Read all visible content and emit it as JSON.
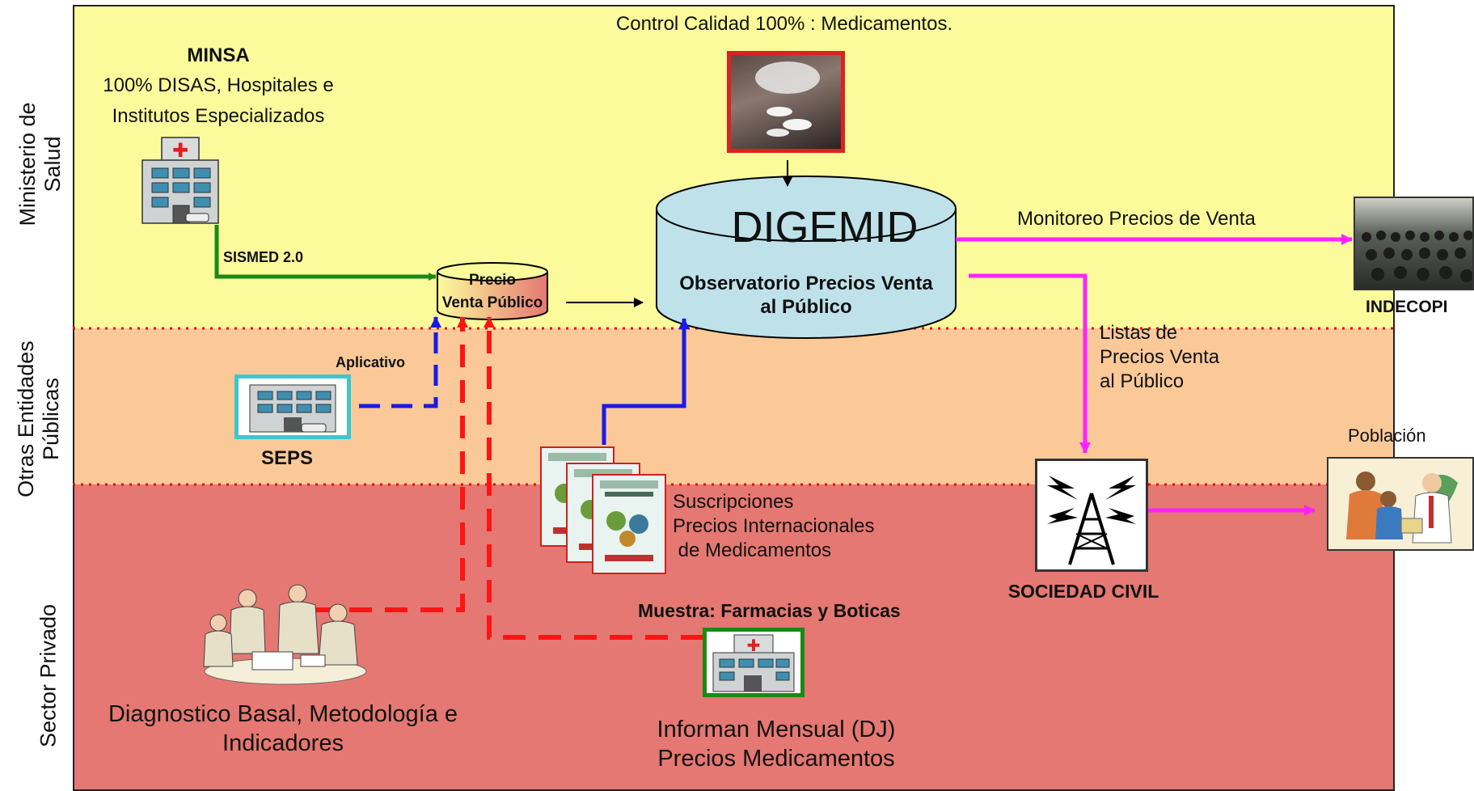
{
  "sectors": {
    "minsa": "Ministerio de Salud",
    "otras": "Otras Entidades Públicas",
    "privado": "Sector  Privado"
  },
  "minsa": {
    "title": "MINSA",
    "desc1": "100% DISAS, Hospitales e",
    "desc2": "Institutos Especializados"
  },
  "sismed_label": "SISMED 2.0",
  "precio_db": {
    "line1": "Precio",
    "line2": "Venta Público"
  },
  "control_calidad": "Control Calidad 100% : Medicamentos.",
  "digemid": {
    "title": "DIGEMID",
    "sub1": "Observatorio Precios Venta",
    "sub2": "al Público"
  },
  "monitoreo": "Monitoreo Precios de Venta",
  "indecopi": "INDECOPI",
  "listas": {
    "l1": "Listas  de",
    "l2": "Precios Venta",
    "l3": "al Público"
  },
  "poblacion": "Población",
  "sociedad_civil": "SOCIEDAD CIVIL",
  "aplicativo": "Aplicativo",
  "seps": "SEPS",
  "suscripciones": {
    "l1": "Suscripciones",
    "l2": "Precios  Internacionales",
    "l3": " de Medicamentos"
  },
  "muestra": "Muestra: Farmacias y Boticas",
  "diagnostico": {
    "l1": "Diagnostico Basal, Metodología e",
    "l2": "Indicadores"
  },
  "informan": {
    "l1": "Informan Mensual (DJ)",
    "l2": "Precios Medicamentos"
  },
  "colors": {
    "band_minsa": "#fbfb9c",
    "band_otras": "#fbc998",
    "band_privado": "#e57872",
    "green_arrow": "#1a8a14",
    "magenta_arrow": "#ff22ff",
    "blue_arrow": "#1a1ae6",
    "red_dashed": "#ff1414",
    "db_fill": "#bfe2ea"
  }
}
